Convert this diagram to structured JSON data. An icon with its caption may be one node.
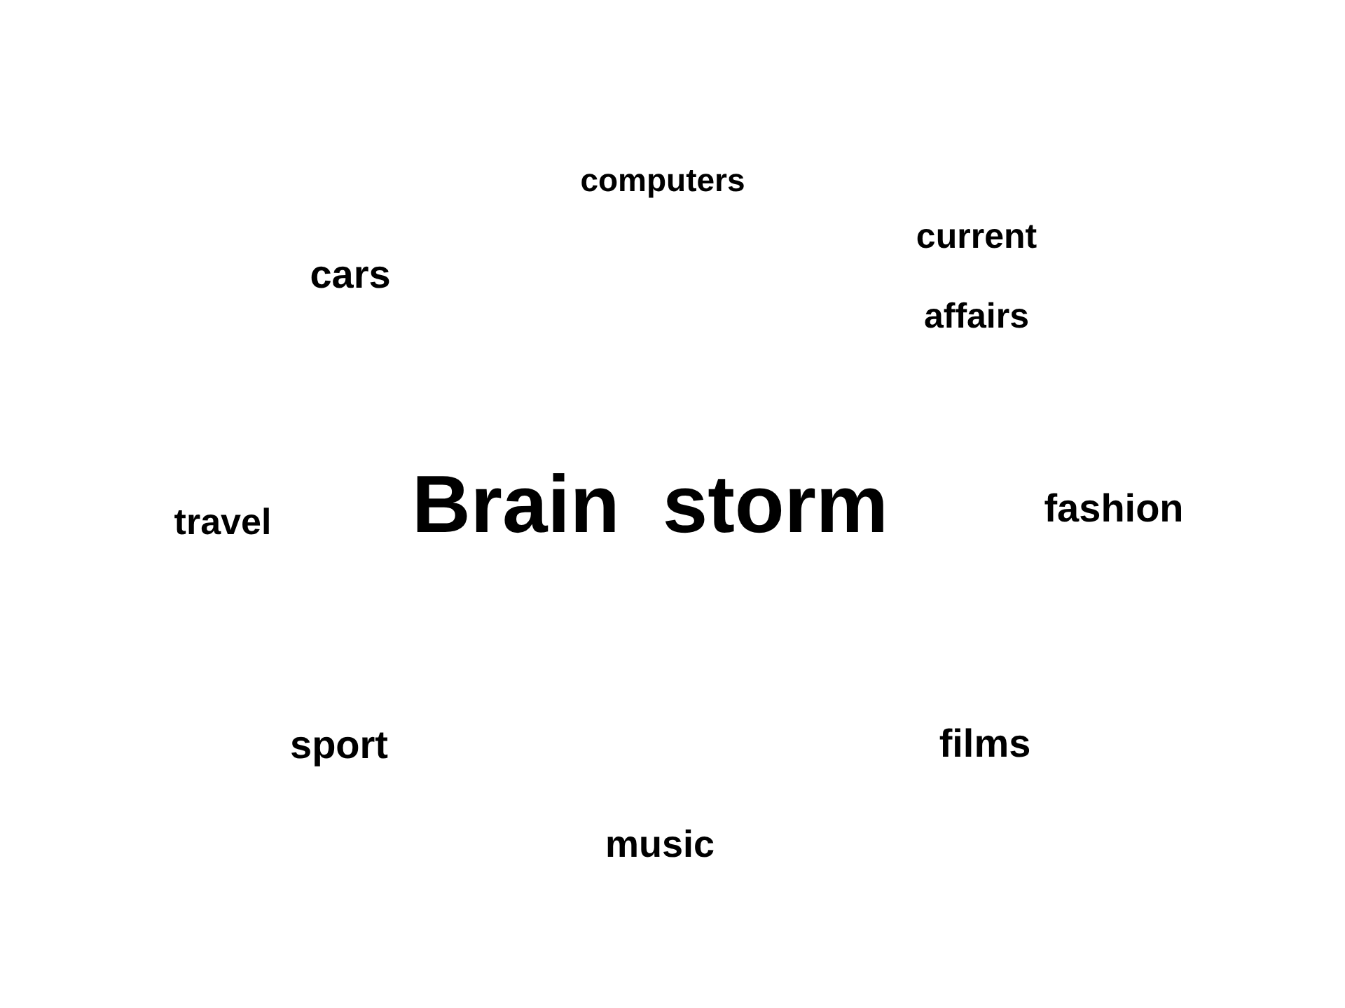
{
  "diagram": {
    "title": "Brain storm",
    "labels": [
      "computers",
      "current affairs",
      "cars",
      "travel",
      "fashion",
      "sport",
      "films",
      "music"
    ]
  }
}
